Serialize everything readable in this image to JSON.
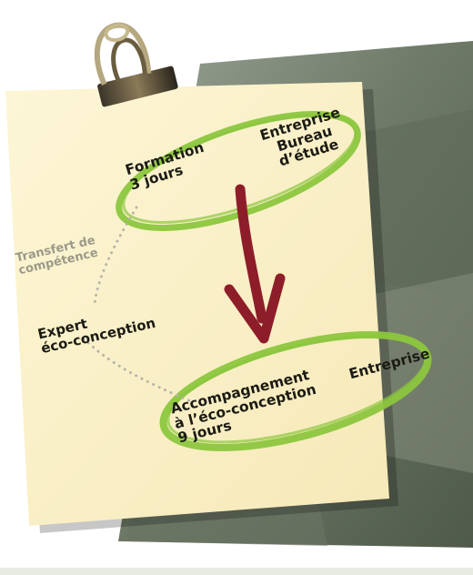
{
  "diagram": {
    "training": {
      "line1": "Formation",
      "line2": "3 jours"
    },
    "company_top": {
      "line1": "Entreprise",
      "line2": "Bureau",
      "line3": "d’étude"
    },
    "transfer": {
      "line1": "Transfert de",
      "line2": "compétence"
    },
    "expert": {
      "line1": "Expert",
      "line2": "éco-conception"
    },
    "support": {
      "line1": "Accompagnement",
      "line2": "à l’éco-conception",
      "line3": "9 jours"
    },
    "company_bottom": {
      "label": "Entreprise"
    }
  },
  "colors": {
    "note_paper": "#fbf1cb",
    "ellipse_stroke": "#8cc63e",
    "arrow": "#8e1d2a",
    "dotted_link": "#b5b5a8",
    "landscape_bg": "#788270"
  }
}
